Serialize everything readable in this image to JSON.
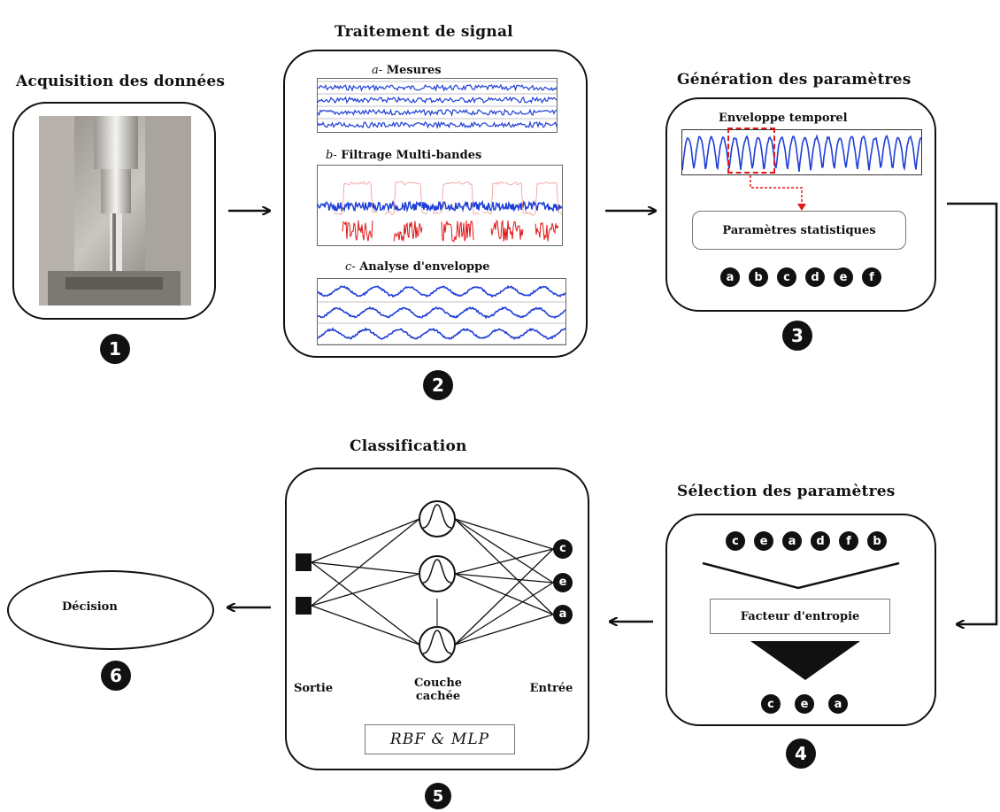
{
  "steps": {
    "s1": {
      "title": "Acquisition des données",
      "num": "1"
    },
    "s2": {
      "title": "Traitement de signal",
      "num": "2",
      "sub_a_letter": "a-",
      "sub_a": "Mesures",
      "sub_b_letter": "b-",
      "sub_b": "Filtrage Multi-bandes",
      "sub_c_letter": "c-",
      "sub_c": "Analyse d'enveloppe"
    },
    "s3": {
      "title": "Génération des paramètres",
      "num": "3",
      "envelope": "Enveloppe temporel",
      "params_box": "Paramètres statistiques",
      "chips": [
        "a",
        "b",
        "c",
        "d",
        "e",
        "f"
      ]
    },
    "s4": {
      "title": "Sélection des paramètres",
      "num": "4",
      "chips_in": [
        "c",
        "e",
        "a",
        "d",
        "f",
        "b"
      ],
      "entropy_box": "Facteur d'entropie",
      "chips_out": [
        "c",
        "e",
        "a"
      ]
    },
    "s5": {
      "title": "Classification",
      "num": "5",
      "output_label": "Sortie",
      "hidden_label": "Couche\ncachée",
      "input_label": "Entrée",
      "input_chips": [
        "c",
        "e",
        "a"
      ],
      "method": "RBF & MLP"
    },
    "s6": {
      "label": "Décision",
      "num": "6"
    }
  },
  "colors": {
    "signal_blue": "#1f3fd6",
    "signal_red": "#e01818",
    "border": "#111111"
  }
}
